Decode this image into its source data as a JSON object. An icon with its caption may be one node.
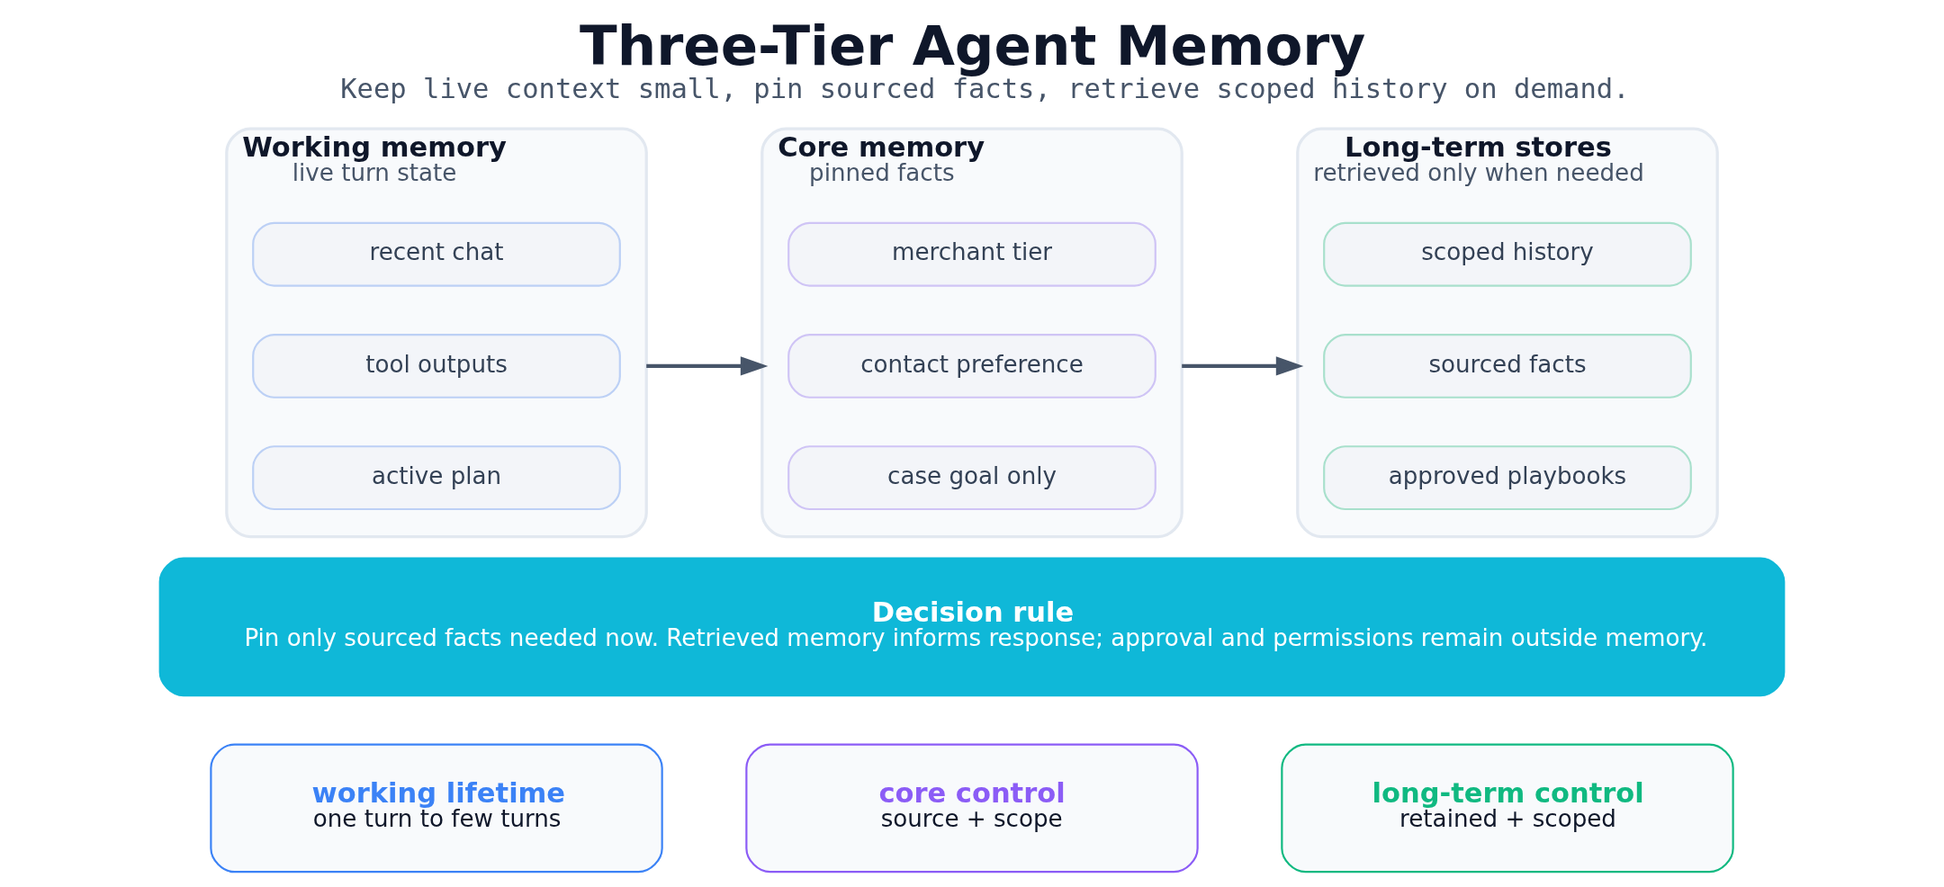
{
  "diagram": {
    "title": "Three-Tier Agent Memory",
    "caption": "Keep live context small, pin sourced facts, retrieve scoped history on demand.",
    "nodes": [
      {
        "text": [
          "Working memory",
          "live turn state"
        ]
      },
      {
        "text": [
          "recent chat"
        ],
        "in": 0
      },
      {
        "text": [
          "tool outputs"
        ],
        "in": 0
      },
      {
        "text": [
          "active plan"
        ],
        "in": 0
      },
      {
        "text": [
          "Core memory",
          "pinned facts"
        ]
      },
      {
        "text": [
          "merchant tier"
        ],
        "in": 4
      },
      {
        "text": [
          "contact preference"
        ],
        "in": 4
      },
      {
        "text": [
          "case goal only"
        ],
        "in": 4
      },
      {
        "text": [
          "Long-term stores",
          "retrieved only when needed"
        ]
      },
      {
        "text": [
          "scoped history"
        ],
        "in": 8
      },
      {
        "text": [
          "sourced facts"
        ],
        "in": 8
      },
      {
        "text": [
          "approved playbooks"
        ],
        "in": 8
      },
      {
        "text": [
          "Decision rule",
          "Pin only sourced facts needed now. Retrieved memory informs response; approval and permissions remain outside memory."
        ]
      },
      {
        "text": [
          "working lifetime",
          "one turn to few turns"
        ]
      },
      {
        "text": [
          "core control",
          "source + scope"
        ]
      },
      {
        "text": [
          "long-term control",
          "retained + scoped"
        ]
      }
    ],
    "edges": [
      {
        "from": 0,
        "to": 4,
        "arrow": "to"
      },
      {
        "from": 4,
        "to": 8,
        "arrow": "to"
      }
    ]
  }
}
